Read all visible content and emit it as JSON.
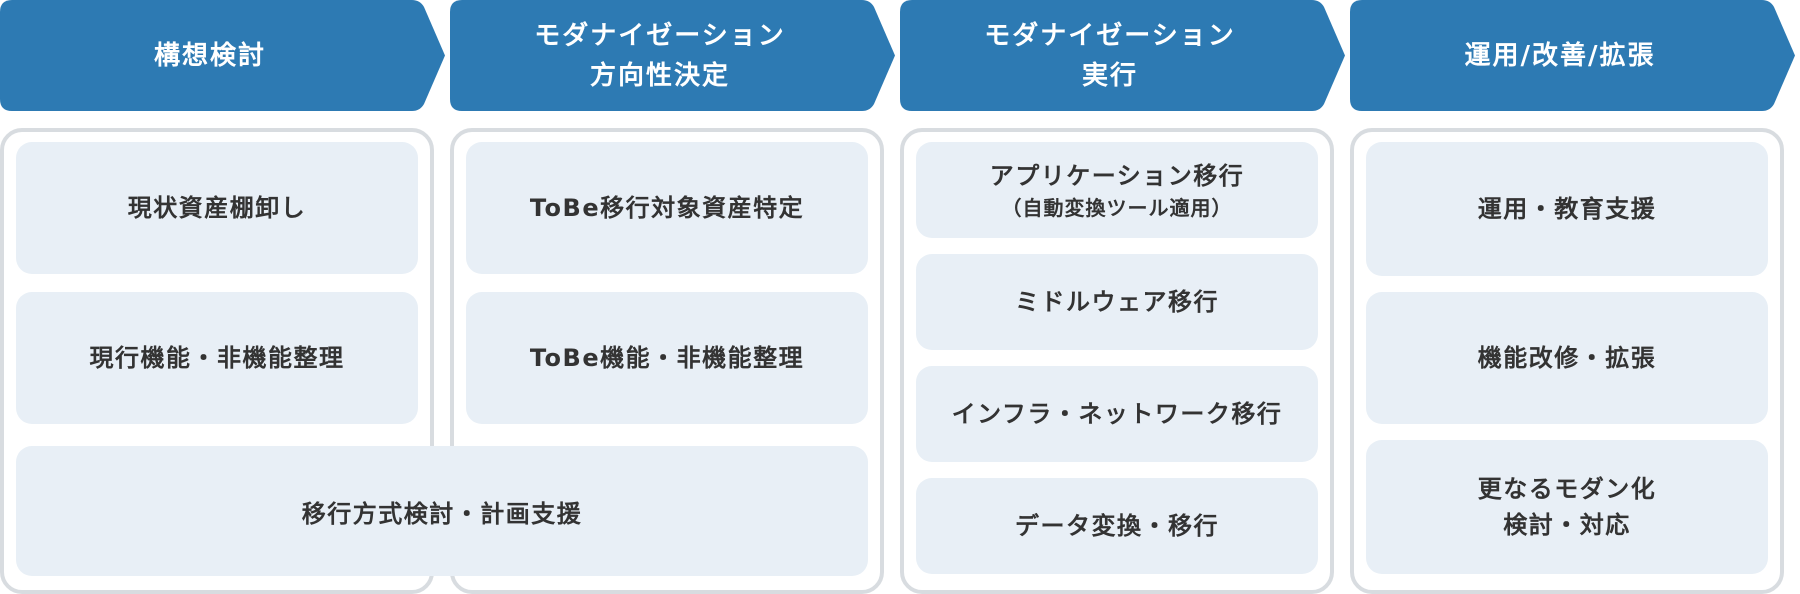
{
  "colors": {
    "header_bg": "#2d7ab3",
    "header_text": "#ffffff",
    "panel_border": "#d8dce0",
    "item_bg": "#e8eff6",
    "item_text": "#333333"
  },
  "phases": [
    {
      "title_line1": "構想検討",
      "title_line2": "",
      "items": [
        {
          "line1": "現状資産棚卸し"
        },
        {
          "line1": "現行機能・非機能整理"
        }
      ]
    },
    {
      "title_line1": "モダナイゼーション",
      "title_line2": "方向性決定",
      "items": [
        {
          "line1": "ToBe移行対象資産特定"
        },
        {
          "line1": "ToBe機能・非機能整理"
        }
      ]
    },
    {
      "title_line1": "モダナイゼーション",
      "title_line2": "実行",
      "items": [
        {
          "line1": "アプリケーション移行",
          "line2": "（自動変換ツール適用）"
        },
        {
          "line1": "ミドルウェア移行"
        },
        {
          "line1": "インフラ・ネットワーク移行"
        },
        {
          "line1": "データ変換・移行"
        }
      ]
    },
    {
      "title_line1": "運用/改善/拡張",
      "title_line2": "",
      "items": [
        {
          "line1": "運用・教育支援"
        },
        {
          "line1": "機能改修・拡張"
        },
        {
          "line1": "更なるモダン化",
          "line2": "検討・対応"
        }
      ]
    }
  ],
  "shared_item": {
    "label": "移行方式検討・計画支援",
    "spans_phases": [
      1,
      2
    ]
  }
}
